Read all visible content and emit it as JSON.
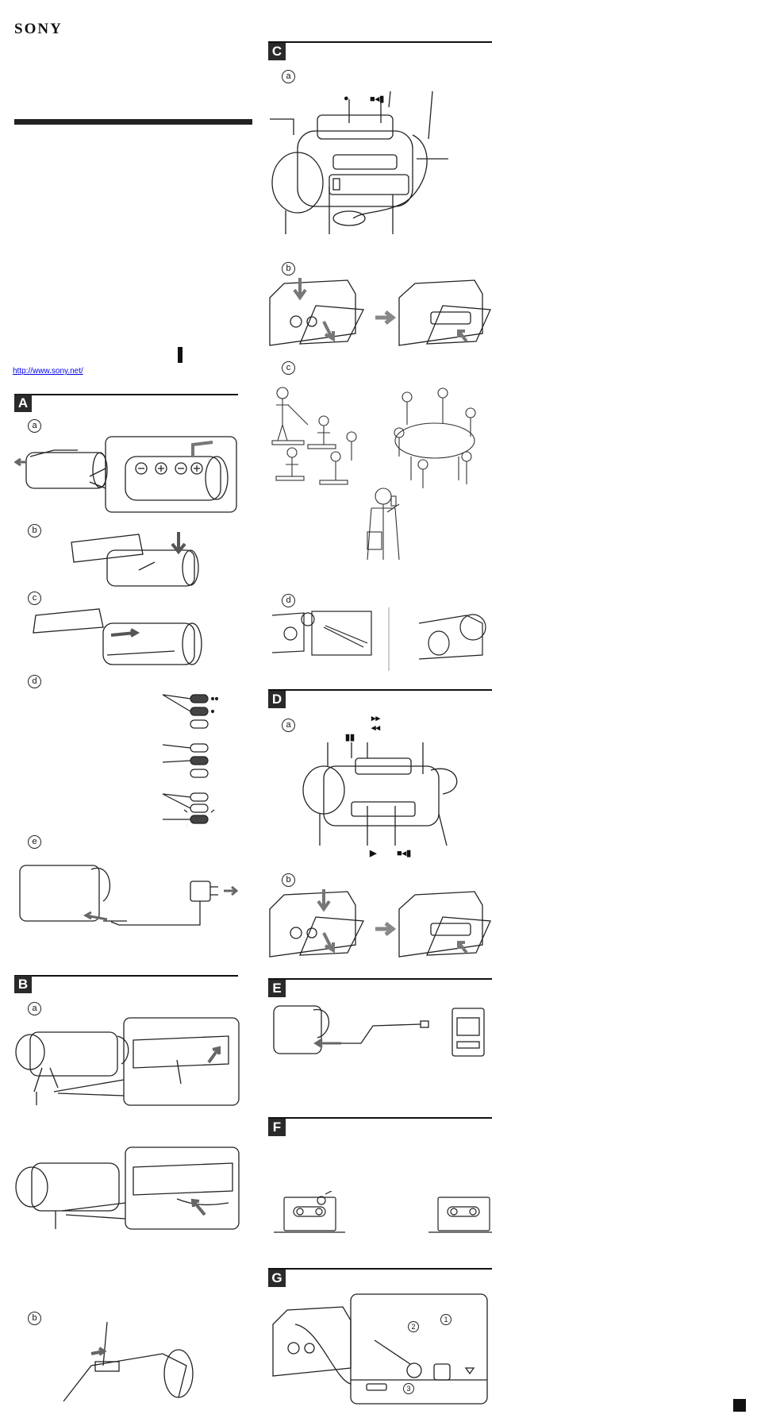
{
  "brand": "SONY",
  "url": "http://www.sony.net/",
  "sections": {
    "A": {
      "letter": "A",
      "subs": [
        "a",
        "b",
        "c",
        "d",
        "e"
      ]
    },
    "B": {
      "letter": "B",
      "subs": [
        "a",
        "b"
      ]
    },
    "C": {
      "letter": "C",
      "subs": [
        "a",
        "b",
        "c",
        "d"
      ]
    },
    "D": {
      "letter": "D",
      "subs": [
        "a",
        "b"
      ]
    },
    "E": {
      "letter": "E"
    },
    "F": {
      "letter": "F"
    },
    "G": {
      "letter": "G",
      "callouts": [
        "2",
        "1",
        "3"
      ]
    }
  },
  "symbols": {
    "record": "●",
    "stop_eject": "■◂▮",
    "pause": "▮▮",
    "ff": "▸▸",
    "rew": "◂◂",
    "play": "▶",
    "stop_eject_d": "■◂▮"
  },
  "colors": {
    "ink": "#111111",
    "badge": "#2a2a2a",
    "arrow": "#777777"
  },
  "icons": [
    "battery-icon",
    "recorder-icon",
    "cassette-icon",
    "ac-adapter-icon"
  ]
}
